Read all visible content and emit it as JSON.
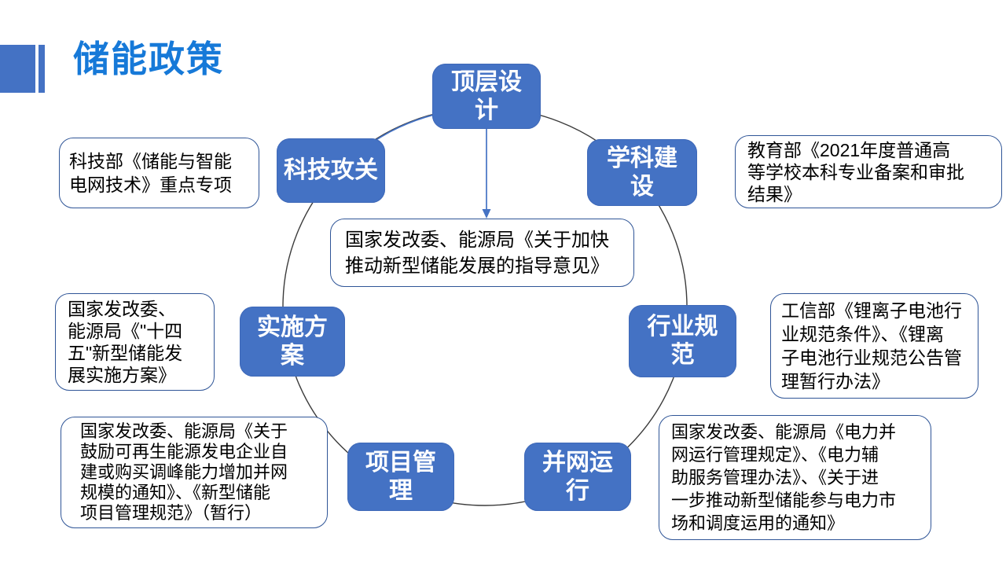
{
  "title": "储能政策",
  "colors": {
    "accent_blue": "#4472C4",
    "title_blue": "#1679D8",
    "annotation_border": "#2F5597",
    "circle_stroke": "#3B3B3B",
    "arrow_blue": "#4472C4",
    "node_text": "#ffffff",
    "annotation_text": "#000000"
  },
  "diagram": {
    "nodes": {
      "top_design": "顶层设计",
      "discipline": "学科建设",
      "tech_research": "科技攻关",
      "implementation": "实施方案",
      "industry_standard": "行业规范",
      "project_management": "项目管理",
      "grid_operation": "并网运行"
    },
    "center_policy": "国家发改委、能源局《关于加快\n推动新型储能发展的指导意见》",
    "annotations": {
      "tech": "科技部《储能与智能\n电网技术》重点专项",
      "education": "教育部《2021年度普通高\n等学校本科专业备案和审批\n结果》",
      "implementation": "国家发改委、\n能源局《\"十四\n五\"新型储能发\n展实施方案》",
      "industry": "工信部《锂离子电池行\n业规范条件》、《锂离\n子电池行业规范公告管\n理暂行办法》",
      "project": "国家发改委、能源局《关于\n鼓励可再生能源发电企业自\n建或购买调峰能力增加并网\n规模的通知》、《新型储能\n项目管理规范》（暂行）",
      "grid": "国家发改委、能源局《电力并\n网运行管理规定》、《电力辅\n助服务管理办法》、《关于进\n一步推动新型储能参与电力市\n场和调度运用的通知》"
    }
  }
}
